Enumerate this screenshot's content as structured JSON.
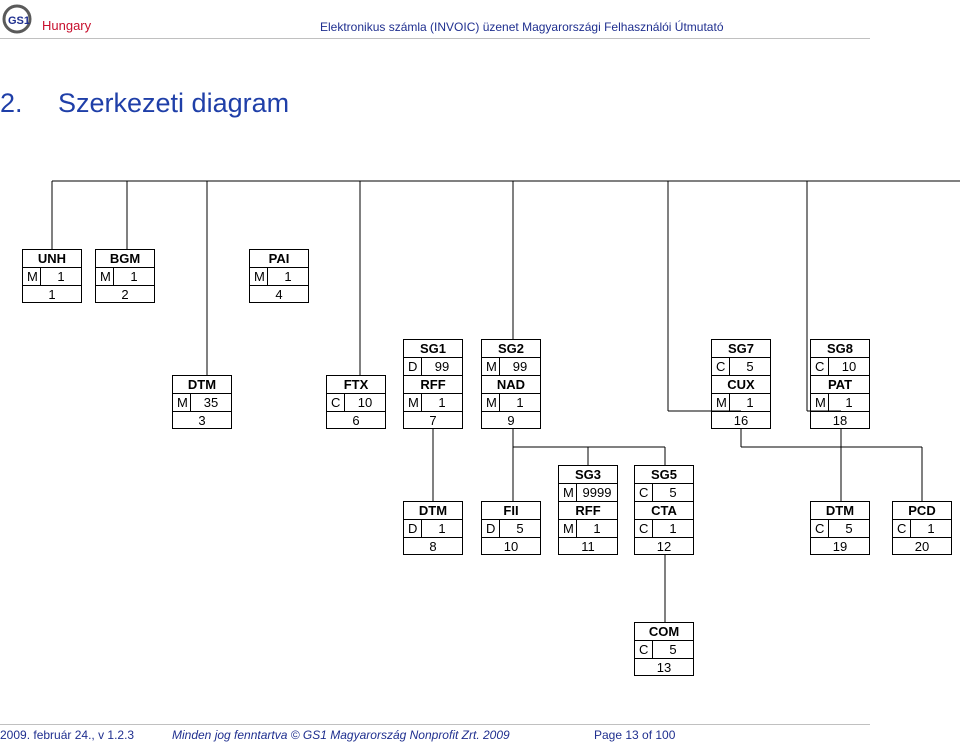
{
  "header": {
    "country": "Hungary",
    "logo_text": "GS1",
    "document_title": "Elektronikus számla (INVOIC) üzenet Magyarországi Felhasználói Útmutató"
  },
  "heading": {
    "number": "2.",
    "title": "Szerkezeti diagram"
  },
  "boxes": {
    "unh": {
      "name": "UNH",
      "status": "M",
      "repeat": "1",
      "position": "1"
    },
    "bgm": {
      "name": "BGM",
      "status": "M",
      "repeat": "1",
      "position": "2"
    },
    "pai": {
      "name": "PAI",
      "status": "M",
      "repeat": "1",
      "position": "4"
    },
    "dtm3": {
      "name": "DTM",
      "status": "M",
      "repeat": "35",
      "position": "3"
    },
    "ftx": {
      "name": "FTX",
      "status": "C",
      "repeat": "10",
      "position": "6"
    },
    "sg1": {
      "sg": "SG1",
      "sg_status": "D",
      "sg_repeat": "99",
      "name": "RFF",
      "status": "M",
      "repeat": "1",
      "position": "7"
    },
    "sg2": {
      "sg": "SG2",
      "sg_status": "M",
      "sg_repeat": "99",
      "name": "NAD",
      "status": "M",
      "repeat": "1",
      "position": "9"
    },
    "sg7": {
      "sg": "SG7",
      "sg_status": "C",
      "sg_repeat": "5",
      "name": "CUX",
      "status": "M",
      "repeat": "1",
      "position": "16"
    },
    "sg8": {
      "sg": "SG8",
      "sg_status": "C",
      "sg_repeat": "10",
      "name": "PAT",
      "status": "M",
      "repeat": "1",
      "position": "18"
    },
    "dtm8": {
      "name": "DTM",
      "status": "D",
      "repeat": "1",
      "position": "8"
    },
    "fii": {
      "name": "FII",
      "status": "D",
      "repeat": "5",
      "position": "10"
    },
    "sg3": {
      "sg": "SG3",
      "sg_status": "M",
      "sg_repeat": "9999",
      "name": "RFF",
      "status": "M",
      "repeat": "1",
      "position": "11"
    },
    "sg5": {
      "sg": "SG5",
      "sg_status": "C",
      "sg_repeat": "5",
      "name": "CTA",
      "status": "C",
      "repeat": "1",
      "position": "12"
    },
    "dtm19": {
      "name": "DTM",
      "status": "C",
      "repeat": "5",
      "position": "19"
    },
    "pcd": {
      "name": "PCD",
      "status": "C",
      "repeat": "1",
      "position": "20"
    },
    "com": {
      "name": "COM",
      "status": "C",
      "repeat": "5",
      "position": "13"
    }
  },
  "footer": {
    "date_version": "2009. február 24., v 1.2.3",
    "copyright": "Minden jog fenntartva © GS1 Magyarország Nonprofit Zrt. 2009",
    "page": "Page 13 of 100"
  },
  "colors": {
    "brand_red": "#c8102e",
    "heading_blue": "#1f3fa8",
    "text_blue": "#1f2f8f"
  }
}
